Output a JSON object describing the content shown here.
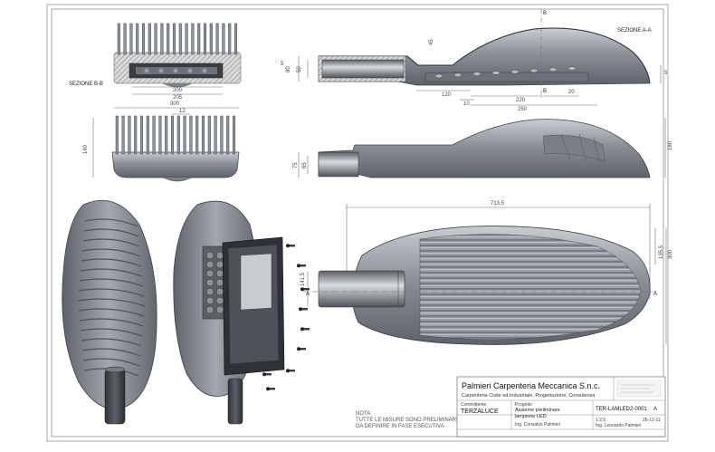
{
  "drawing": {
    "section_aa": "SEZIONE A-A",
    "section_bb": "SEZIONE B-B",
    "section_marker_b": "B",
    "section_marker_a": "A"
  },
  "dimensions": {
    "bb": [
      "200",
      "205"
    ],
    "aa": [
      "45",
      "50",
      "80",
      "5",
      "120",
      "10",
      "220",
      "20",
      "250",
      "5"
    ],
    "top": [
      "300",
      "12",
      "140"
    ],
    "side": [
      "65",
      "75",
      "180"
    ],
    "plan": [
      "713,5",
      "141,5",
      "135,5",
      "300"
    ]
  },
  "note": {
    "title": "NOTA",
    "line1": "TUTTE LE MISURE SONO PRELIMINARI",
    "line2": "DA DEFINIRE IN FASE ESECUTIVA"
  },
  "title_block": {
    "company": "Palmieri Carpenteria Meccanica S.n.c.",
    "subtitle": "Carpenteria Civile ed Industriale, Progettazione, Consulenza",
    "client_label": "Committente",
    "client": "TERZALUCE",
    "project_label": "Progetto",
    "project_line1": "Assieme preliminare",
    "project_line2": "lampione LED",
    "drawing_no": "TER-LAMLED2-0001",
    "revision": "A",
    "scale": "1:2,5",
    "date": "26-12-11",
    "designer": "Ing. Consalvo Palmieri",
    "checker": "Ing. Leonardo Palmieri"
  },
  "colors": {
    "frame": "#8d9198",
    "metal": "#8b9097",
    "dark": "#2f3237"
  }
}
